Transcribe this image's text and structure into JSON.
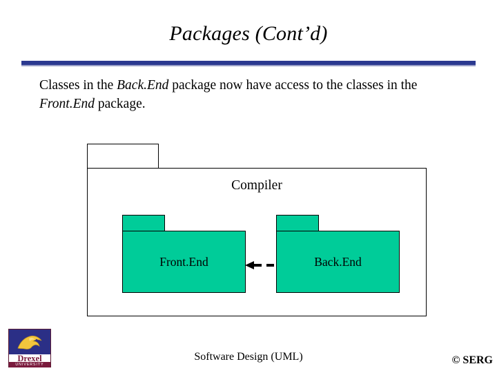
{
  "slide": {
    "title": "Packages (Cont’d)",
    "body_lead": "Classes in the ",
    "body_em1": "Back.End",
    "body_mid": " package now have access to the classes in the ",
    "body_em2": "Front.End",
    "body_tail": " package."
  },
  "diagram": {
    "outer_package": "Compiler",
    "inner_packages": [
      {
        "name": "Front.End"
      },
      {
        "name": "Back.End"
      }
    ],
    "dependency": {
      "from": "Back.End",
      "to": "Front.End",
      "style": "dashed-arrow"
    },
    "colors": {
      "package_fill": "#00cc99",
      "outline": "#000000",
      "canvas": "#ffffff"
    }
  },
  "footer": {
    "center": "Software Design (UML)",
    "right": "© SERG",
    "logo_word": "Drexel",
    "logo_sub": "UNIVERSITY"
  },
  "theme": {
    "rule_color": "#2b3990",
    "title_color": "#000000"
  }
}
